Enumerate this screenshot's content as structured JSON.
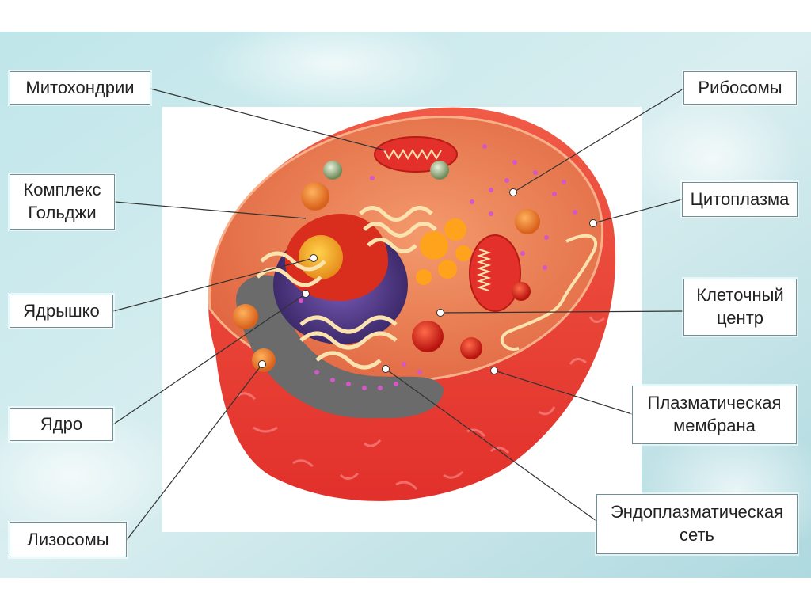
{
  "labels": {
    "mitochondria": "Митохондрии",
    "golgi": "Комплекс\nГольджи",
    "nucleolus": "Ядрышко",
    "nucleus": "Ядро",
    "lysosomes": "Лизосомы",
    "ribosomes": "Рибосомы",
    "cytoplasm": "Цитоплазма",
    "cell_center": "Клеточный\nцентр",
    "plasma_membrane": "Плазматическая\nмембрана",
    "er": "Эндоплазматическая\nсеть"
  },
  "colors": {
    "background": "#cfe9ec",
    "cytoplasm": "#e8724f",
    "membrane": "#e8453a",
    "nucleus": "#5a3a8c",
    "chromatin": "#6b6b6b",
    "organelle": "#f28c28"
  }
}
